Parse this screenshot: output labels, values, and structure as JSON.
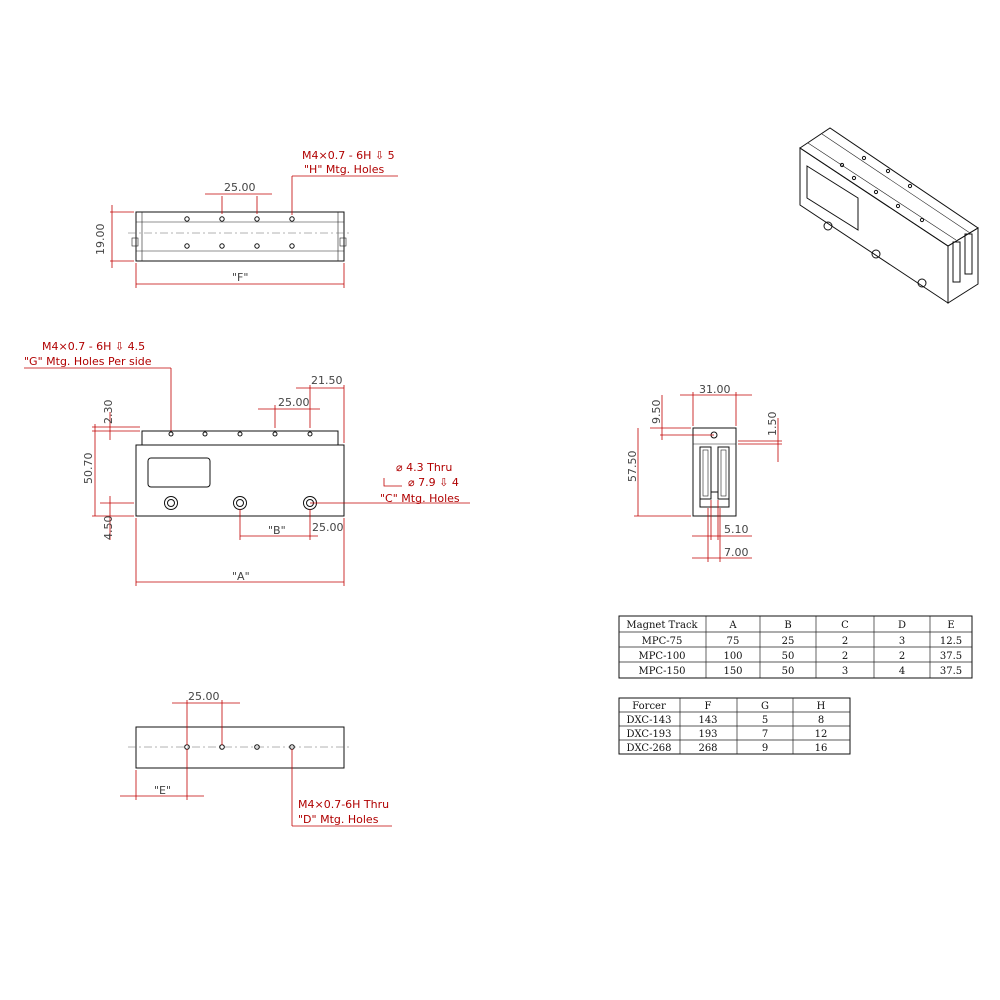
{
  "top_view": {
    "dim_pitch": "25.00",
    "dim_height": "19.00",
    "dim_length": "\"F\"",
    "callout_line1": "M4×0.7 - 6H ⇩ 5",
    "callout_line2": "\"H\" Mtg. Holes"
  },
  "front_view": {
    "callout_g_line1": "M4×0.7 - 6H ⇩ 4.5",
    "callout_g_line2": "\"G\" Mtg. Holes Per side",
    "dim_21_50": "21.50",
    "dim_25_00": "25.00",
    "dim_2_30": "2.30",
    "dim_50_70": "50.70",
    "dim_4_50": "4.50",
    "dim_b": "\"B\"",
    "dim_25_00_b": "25.00",
    "dim_a": "\"A\"",
    "callout_c_line1": "⌀ 4.3 Thru",
    "callout_c_line2": "⌀ 7.9 ⇩ 4",
    "callout_c_line3": "\"C\" Mtg. Holes"
  },
  "side_view": {
    "dim_31_00": "31.00",
    "dim_9_50": "9.50",
    "dim_1_50": "1.50",
    "dim_57_50": "57.50",
    "dim_5_10": "5.10",
    "dim_7_00": "7.00"
  },
  "bottom_view": {
    "dim_pitch": "25.00",
    "dim_e": "\"E\"",
    "callout_line1": "M4×0.7-6H Thru",
    "callout_line2": "\"D\" Mtg. Holes"
  },
  "magnet_table": {
    "headers": [
      "Magnet Track",
      "A",
      "B",
      "C",
      "D",
      "E"
    ],
    "rows": [
      [
        "MPC-75",
        "75",
        "25",
        "2",
        "3",
        "12.5"
      ],
      [
        "MPC-100",
        "100",
        "50",
        "2",
        "2",
        "37.5"
      ],
      [
        "MPC-150",
        "150",
        "50",
        "3",
        "4",
        "37.5"
      ]
    ]
  },
  "forcer_table": {
    "headers": [
      "Forcer",
      "F",
      "G",
      "H"
    ],
    "rows": [
      [
        "DXC-143",
        "143",
        "5",
        "8"
      ],
      [
        "DXC-193",
        "193",
        "7",
        "12"
      ],
      [
        "DXC-268",
        "268",
        "9",
        "16"
      ]
    ]
  },
  "colors": {
    "annotation": "#c00000",
    "outline": "#111111"
  }
}
